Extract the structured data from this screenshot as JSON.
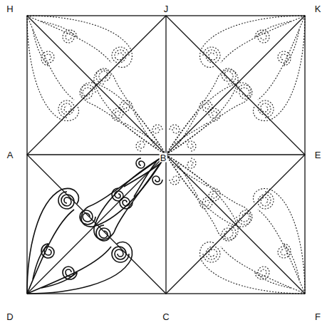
{
  "diagram": {
    "labels": [
      "H",
      "J",
      "K",
      "A",
      "E",
      "B",
      "D",
      "C",
      "F"
    ]
  }
}
